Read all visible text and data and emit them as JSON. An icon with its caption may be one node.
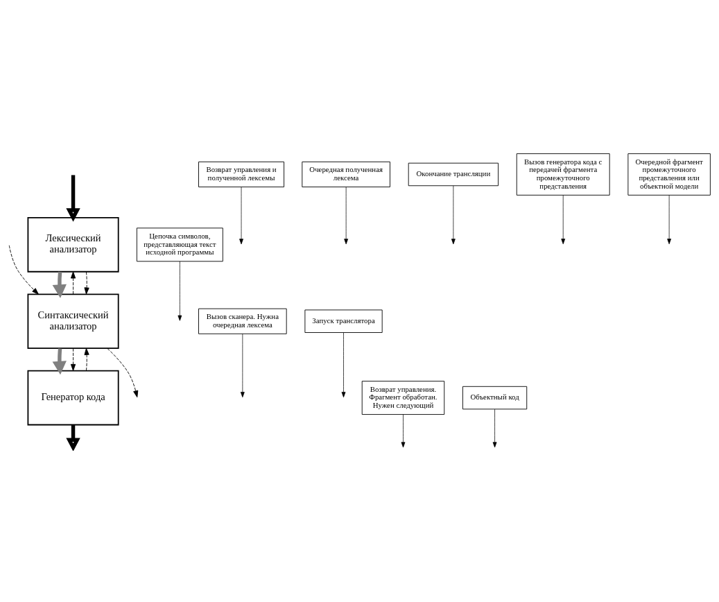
{
  "diagram": {
    "nodes": [
      {
        "text": [
          "Лексический анализатор"
        ]
      },
      {
        "text": [
          "Синтаксический анализатор"
        ]
      },
      {
        "text": [
          "Генератор кода"
        ]
      },
      {
        "text": [
          "Цепочка символов, представляющая текст исходной программы"
        ]
      },
      {
        "text": [
          "Возврат управления и полученной лексемы"
        ]
      },
      {
        "text": [
          "Очередная полученная лексема"
        ]
      },
      {
        "text": [
          "Вызов сканера. Нужна очередная лексема"
        ]
      },
      {
        "text": [
          "Запуск транслятора"
        ]
      },
      {
        "text": [
          "Окончание трансляции"
        ]
      },
      {
        "text": [
          "Вызов генератора кода с передачей фрагмента промежуточного представления"
        ]
      },
      {
        "text": [
          "Очередной фрагмент промежуточного представления или объектной модели"
        ]
      },
      {
        "text": [
          "Возврат управления. Фрагмент обработан. Нужен следующий"
        ]
      },
      {
        "text": [
          "Объектный код"
        ]
      }
    ],
    "edges": [
      {
        "from": null,
        "to": 0,
        "arrow": "to",
        "style": "thick"
      },
      {
        "from": 0,
        "to": 1,
        "arrow": "to",
        "style": "thick",
        "color": "#808080"
      },
      {
        "from": 1,
        "to": 2,
        "arrow": "to",
        "style": "thick",
        "color": "#808080"
      },
      {
        "from": 2,
        "to": null,
        "arrow": "to",
        "style": "thick"
      },
      {
        "from": 1,
        "to": 0,
        "arrow": "to",
        "style": "dashed"
      },
      {
        "from": 0,
        "to": 1,
        "arrow": "to",
        "style": "dashed"
      },
      {
        "from": null,
        "to": 1,
        "arrow": "to",
        "style": "dashed"
      },
      {
        "from": 1,
        "to": null,
        "arrow": "to",
        "style": "dashed"
      },
      {
        "from": 1,
        "to": 2,
        "arrow": "to",
        "style": "dashed"
      },
      {
        "from": 2,
        "to": 1,
        "arrow": "to",
        "style": "dashed"
      },
      {
        "from": 3,
        "to": null,
        "arrow": "to"
      },
      {
        "from": 4,
        "to": null,
        "arrow": "to"
      },
      {
        "from": 5,
        "to": null,
        "arrow": "to"
      },
      {
        "from": 6,
        "to": null,
        "arrow": "to"
      },
      {
        "from": 7,
        "to": null,
        "arrow": "to"
      },
      {
        "from": 8,
        "to": null,
        "arrow": "to"
      },
      {
        "from": 9,
        "to": null,
        "arrow": "to"
      },
      {
        "from": 10,
        "to": null,
        "arrow": "to"
      },
      {
        "from": 11,
        "to": null,
        "arrow": "to"
      },
      {
        "from": 12,
        "to": null,
        "arrow": "to"
      }
    ]
  }
}
